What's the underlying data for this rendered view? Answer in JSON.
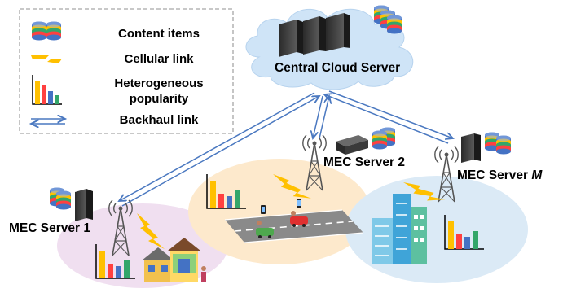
{
  "legend": {
    "content_items": "Content items",
    "cellular_link": "Cellular link",
    "heterogeneous_popularity_line1": "Heterogeneous",
    "heterogeneous_popularity_line2": "popularity",
    "backhaul_link": "Backhaul link"
  },
  "servers": {
    "cloud": "Central Cloud Server",
    "mec1": "MEC Server 1",
    "mec2": "MEC Server 2",
    "mecM_prefix": "MEC Server ",
    "mecM_index": "M"
  },
  "colors": {
    "bar_blue": "#4472c4",
    "bar_red": "#ff4040",
    "bar_yellow": "#ffc000",
    "bar_green": "#33a66a",
    "link_blue": "#4a78c0",
    "lightning": "#ffc000",
    "cloud": "#cfe4f7",
    "zone_purple": "#f0dff0",
    "zone_orange": "#fde9cc",
    "zone_blue": "#dbeaf6"
  },
  "icons": [
    "database-icon",
    "lightning-icon",
    "bar-chart-icon",
    "double-arrow-icon",
    "server-rack-icon",
    "tower-icon",
    "house-icon",
    "road-icon",
    "building-icon",
    "person-icon",
    "car-icon",
    "smartphone-icon"
  ]
}
